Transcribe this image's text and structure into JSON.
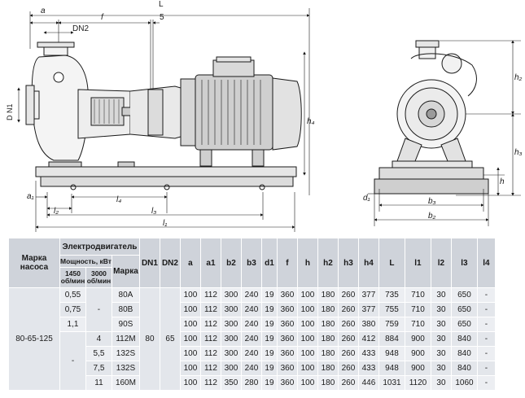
{
  "drawing": {
    "labels": {
      "a": "a",
      "f": "f",
      "L": "L",
      "five": "5",
      "dn2": "DN2",
      "dn1": "D N1",
      "a1": "a₁",
      "l2": "l₂",
      "l4": "l₄",
      "l3": "l₃",
      "l1": "l₁",
      "h4": "h₄",
      "h2": "h₂",
      "h3": "h₃",
      "h": "h",
      "d1": "d₁",
      "b3": "b₃",
      "b2": "b₂"
    }
  },
  "table": {
    "headers": {
      "model": "Марка насоса",
      "motor": "Электродвигатель",
      "power": "Мощность, кВт",
      "rpm1450": "1450 об/мин",
      "rpm3000": "3000 об/мин",
      "motor_model": "Марка",
      "dims": [
        "DN1",
        "DN2",
        "a",
        "a1",
        "b2",
        "b3",
        "d1",
        "f",
        "h",
        "h2",
        "h3",
        "h4",
        "L",
        "l1",
        "l2",
        "l3",
        "l4"
      ]
    },
    "pump_model": "80-65-125",
    "dn1": "80",
    "dn2": "65",
    "dash_1450": "-",
    "dash_3000": "-",
    "rows": [
      {
        "p1450": "0,55",
        "p3000": "",
        "motor": "80A",
        "dims": [
          "100",
          "112",
          "300",
          "240",
          "19",
          "360",
          "100",
          "180",
          "260",
          "377",
          "735",
          "710",
          "30",
          "650",
          "-"
        ]
      },
      {
        "p1450": "0,75",
        "p3000": "",
        "motor": "80B",
        "dims": [
          "100",
          "112",
          "300",
          "240",
          "19",
          "360",
          "100",
          "180",
          "260",
          "377",
          "755",
          "710",
          "30",
          "650",
          "-"
        ]
      },
      {
        "p1450": "1,1",
        "p3000": "",
        "motor": "90S",
        "dims": [
          "100",
          "112",
          "300",
          "240",
          "19",
          "360",
          "100",
          "180",
          "260",
          "380",
          "759",
          "710",
          "30",
          "650",
          "-"
        ]
      },
      {
        "p1450": "",
        "p3000": "4",
        "motor": "112M",
        "dims": [
          "100",
          "112",
          "300",
          "240",
          "19",
          "360",
          "100",
          "180",
          "260",
          "412",
          "884",
          "900",
          "30",
          "840",
          "-"
        ]
      },
      {
        "p1450": "",
        "p3000": "5,5",
        "motor": "132S",
        "dims": [
          "100",
          "112",
          "300",
          "240",
          "19",
          "360",
          "100",
          "180",
          "260",
          "433",
          "948",
          "900",
          "30",
          "840",
          "-"
        ]
      },
      {
        "p1450": "",
        "p3000": "7,5",
        "motor": "132S",
        "dims": [
          "100",
          "112",
          "300",
          "240",
          "19",
          "360",
          "100",
          "180",
          "260",
          "433",
          "948",
          "900",
          "30",
          "840",
          "-"
        ]
      },
      {
        "p1450": "",
        "p3000": "11",
        "motor": "160M",
        "dims": [
          "100",
          "112",
          "350",
          "280",
          "19",
          "360",
          "100",
          "180",
          "260",
          "446",
          "1031",
          "1120",
          "30",
          "1060",
          "-"
        ]
      }
    ]
  }
}
